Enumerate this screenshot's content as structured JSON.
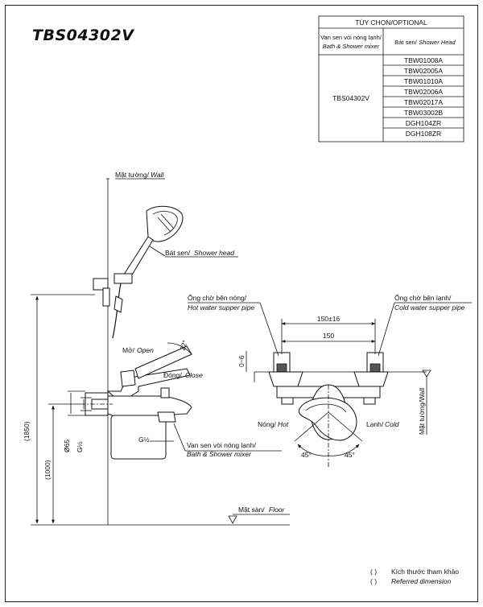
{
  "model": "TBS04302V",
  "options_table": {
    "title": "TÙY CHỌN/OPTIONAL",
    "col1_header_vi": "Van sen vòi nóng lạnh/",
    "col1_header_en": "Bath & Shower mixer",
    "col2_header_vi": "Bát sen/",
    "col2_header_en": "Shower Head",
    "mixer_model": "TBS04302V",
    "shower_heads": [
      "TBW01008A",
      "TBW02005A",
      "TBW01010A",
      "TBW02006A",
      "TBW02017A",
      "TBW03002B",
      "DGH104ZR",
      "DGH108ZR"
    ]
  },
  "labels": {
    "wall_vi": "Mặt tường/",
    "wall_en": "Wall",
    "shower_head_vi": "Bát sen/",
    "shower_head_en": "Shower head",
    "open_vi": "Mở/",
    "open_en": "Open",
    "angle_22": "22°",
    "close_vi": "Đóng/",
    "close_en": "Close",
    "g_half_side": "G½",
    "g_half_bottom": "G½",
    "mixer_vi": "Van sen vòi nóng lạnh/",
    "mixer_en": "Bath & Shower mixer",
    "floor_vi": "Mặt sàn/",
    "floor_en": "Floor",
    "hot_pipe_vi": "Ống chờ bên nóng/",
    "hot_pipe_en": "Hot water supper pipe",
    "cold_pipe_vi": "Ống chờ bên lạnh/",
    "cold_pipe_en": "Cold water supper pipe",
    "hot_vi": "Nóng/",
    "hot_en": "Hot",
    "cold_vi": "Lạnh/",
    "cold_en": "Cold",
    "angle_45_left": "45°",
    "angle_45_right": "45°",
    "wall_right": "Mặt tường/Wall"
  },
  "dimensions": {
    "height_total": "(1850)",
    "height_mixer": "(1000)",
    "dim_65": "Ø65",
    "spacing_tol": "150±16",
    "spacing": "150",
    "offset": "0~6"
  },
  "legend": {
    "paren": "(      )",
    "vi": "Kích thước tham khảo",
    "en": "Referred dimension"
  }
}
